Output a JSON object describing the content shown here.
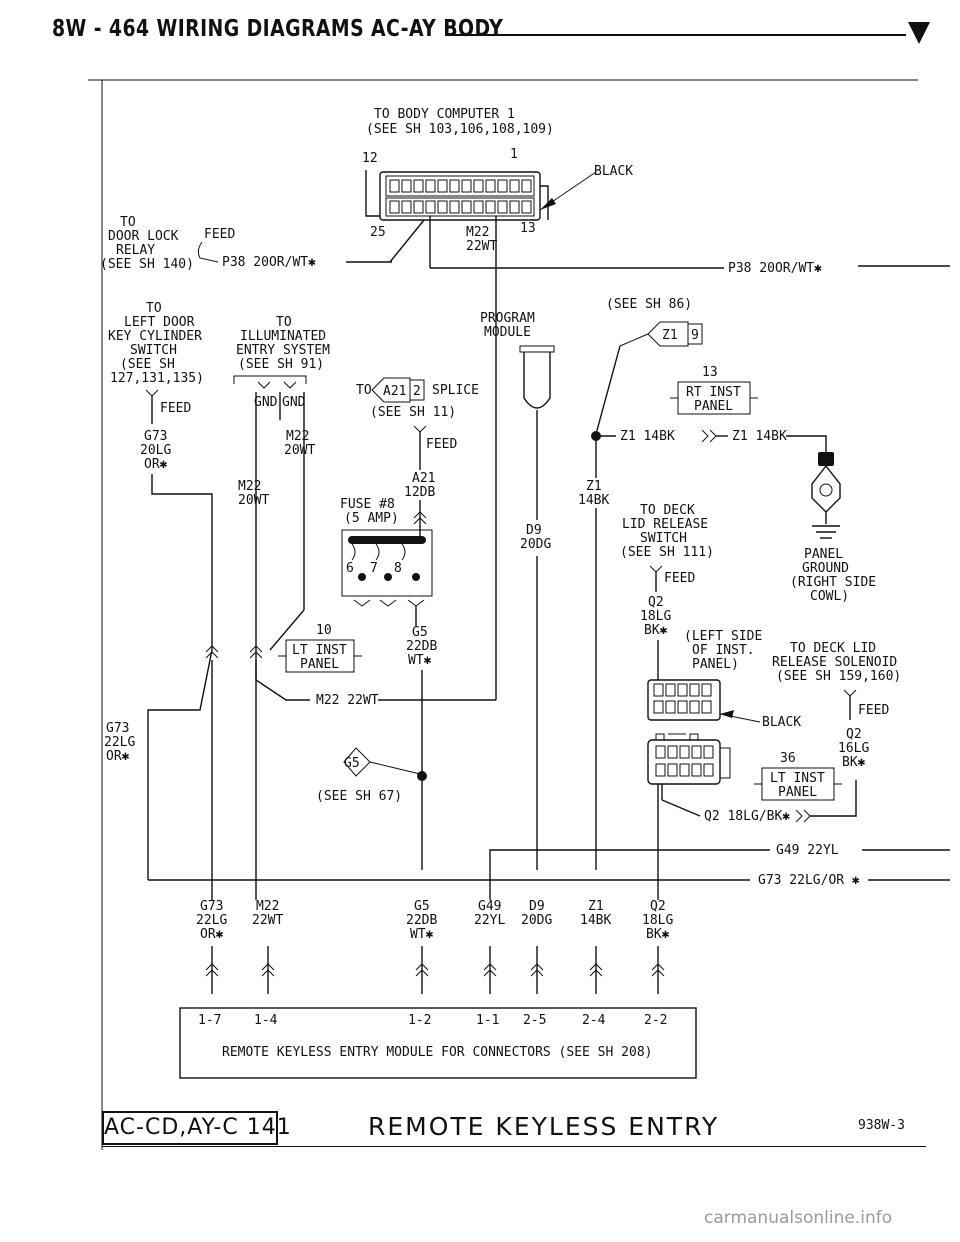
{
  "header": {
    "title": "8W - 464   WIRING DIAGRAMS AC-AY BODY"
  },
  "body_computer": {
    "line1": "TO BODY COMPUTER 1",
    "line2": "(SEE SH 103,106,108,109)",
    "pin_12": "12",
    "pin_1": "1",
    "pin_25": "25",
    "pin_13": "13",
    "connector_color": "BLACK"
  },
  "door_lock_relay": {
    "line1": "TO",
    "line2": "DOOR LOCK",
    "line3": "RELAY",
    "line4": "(SEE SH 140)",
    "feed": "FEED",
    "wire": "P38 20OR/WT✱"
  },
  "m22_top": {
    "name": "M22",
    "gauge": "22WT"
  },
  "p38_right": "P38 20OR/WT✱",
  "left_door": {
    "line1": "TO",
    "line2": "LEFT DOOR",
    "line3": "KEY CYLINDER",
    "line4": "SWITCH",
    "line5": "(SEE SH",
    "line6": "127,131,135)",
    "feed": "FEED",
    "wire_name": "G73",
    "wire_gauge": "20LG",
    "wire_color": "OR✱"
  },
  "illuminated_entry": {
    "line1": "TO",
    "line2": "ILLUMINATED",
    "line3": "ENTRY SYSTEM",
    "line4": "(SEE SH 91)",
    "gnd1": "GND",
    "gnd2": "GND",
    "m22a_name": "M22",
    "m22a_gauge": "20WT",
    "m22b_name": "M22",
    "m22b_gauge": "20WT"
  },
  "splice": {
    "to": "TO",
    "id": "A21",
    "pin": "2",
    "label": "SPLICE",
    "see": "(SEE SH 11)",
    "feed": "FEED",
    "wire_name": "A21",
    "wire_gauge": "12DB",
    "fuse": "FUSE #8",
    "fuse_amp": "(5 AMP)",
    "c6": "6",
    "c7": "7",
    "c8": "8"
  },
  "program_module": {
    "line1": "PROGRAM",
    "line2": "MODULE",
    "d9_name": "D9",
    "d9_gauge": "20DG"
  },
  "z1_splice": {
    "see": "(SEE SH 86)",
    "id": "Z1",
    "pin": "9",
    "num": "13",
    "rt1": "RT INST",
    "rt2": "PANEL",
    "wire": "Z1 14BK",
    "wire2": "Z1 14BK",
    "z1_name": "Z1",
    "z1_gauge": "14BK"
  },
  "panel_ground": {
    "line1": "PANEL",
    "line2": "GROUND",
    "line3": "(RIGHT SIDE",
    "line4": "COWL)"
  },
  "deck_lid_switch": {
    "line1": "TO DECK",
    "line2": "LID RELEASE",
    "line3": "SWITCH",
    "line4": "(SEE SH 111)",
    "feed": "FEED",
    "q2_name": "Q2",
    "q2_gauge": "18LG",
    "q2_color": "BK✱"
  },
  "left_inst": {
    "num": "10",
    "l1": "LT INST",
    "l2": "PANEL",
    "m22_wire": "M22 22WT"
  },
  "g5": {
    "name": "G5",
    "gauge": "22DB",
    "color": "WT✱",
    "splice_id": "G5",
    "see": "(SEE SH 67)"
  },
  "left_side_inst": {
    "l1": "(LEFT SIDE",
    "l2": "OF INST.",
    "l3": "PANEL)"
  },
  "deck_lid_solenoid": {
    "l1": "TO DECK LID",
    "l2": "RELEASE SOLENOID",
    "l3": "(SEE SH 159,160)",
    "feed": "FEED",
    "black": "BLACK",
    "q2_name": "Q2",
    "q2_gauge": "16LG",
    "q2_color": "BK✱",
    "num": "36",
    "lt1": "LT INST",
    "lt2": "PANEL",
    "q2_wire": "Q2 18LG/BK✱"
  },
  "g73_left": {
    "name": "G73",
    "gauge": "22LG",
    "color": "OR✱"
  },
  "g49_wire": "G49 22YL",
  "g73_wire": "G73 22LG/OR ✱",
  "bottom_wires": [
    {
      "name": "G73",
      "gauge": "22LG",
      "color": "OR✱",
      "pin": "1-7"
    },
    {
      "name": "M22",
      "gauge": "22WT",
      "color": "",
      "pin": "1-4"
    },
    {
      "name": "G5",
      "gauge": "22DB",
      "color": "WT✱",
      "pin": "1-2"
    },
    {
      "name": "G49",
      "gauge": "22YL",
      "color": "",
      "pin": "1-1"
    },
    {
      "name": "D9",
      "gauge": "20DG",
      "color": "",
      "pin": "2-5"
    },
    {
      "name": "Z1",
      "gauge": "14BK",
      "color": "",
      "pin": "2-4"
    },
    {
      "name": "Q2",
      "gauge": "18LG",
      "color": "BK✱",
      "pin": "2-2"
    }
  ],
  "module_box": "REMOTE KEYLESS ENTRY MODULE FOR CONNECTORS (SEE SH 208)",
  "footer": {
    "left": "AC-CD,AY-C 141",
    "title": "REMOTE KEYLESS ENTRY",
    "code": "938W-3"
  },
  "watermark": "carmanualsonline.info"
}
